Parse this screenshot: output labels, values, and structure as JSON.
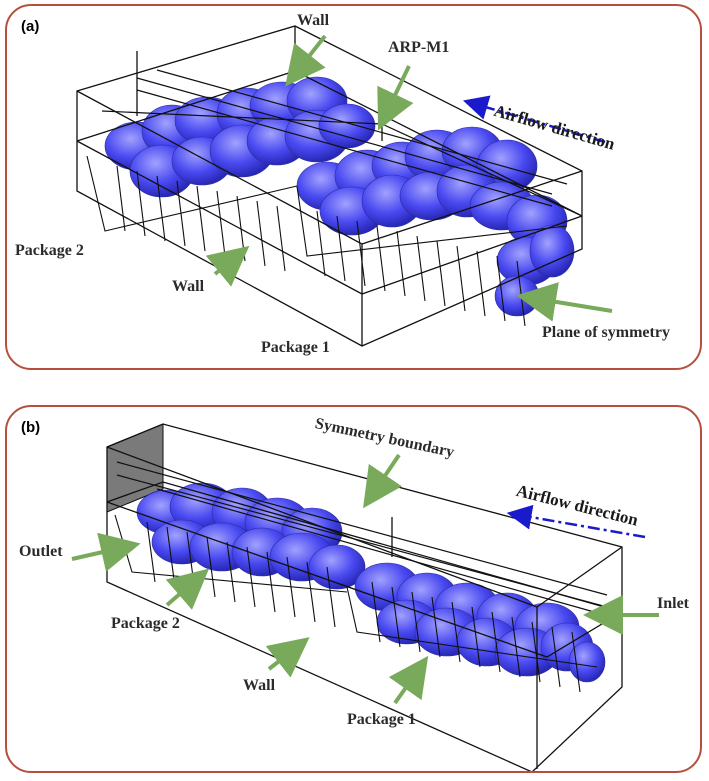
{
  "panel_a": {
    "label": "(a)",
    "annotations": {
      "wall_top": "Wall",
      "arp": "ARP-M1",
      "airflow": "Airflow direction",
      "package2": "Package 2",
      "wall_bottom": "Wall",
      "plane_symmetry": "Plane of symmetry",
      "package1": "Package 1"
    }
  },
  "panel_b": {
    "label": "(b)",
    "annotations": {
      "symmetry_boundary": "Symmetry boundary",
      "airflow": "Airflow direction",
      "outlet": "Outlet",
      "inlet": "Inlet",
      "package2": "Package 2",
      "wall": "Wall",
      "package1": "Package 1"
    }
  },
  "colors": {
    "frame": "#b5503e",
    "arrow": "#79a95a",
    "airflow_arrow": "#1a1acc",
    "product": "#3a3af0"
  }
}
